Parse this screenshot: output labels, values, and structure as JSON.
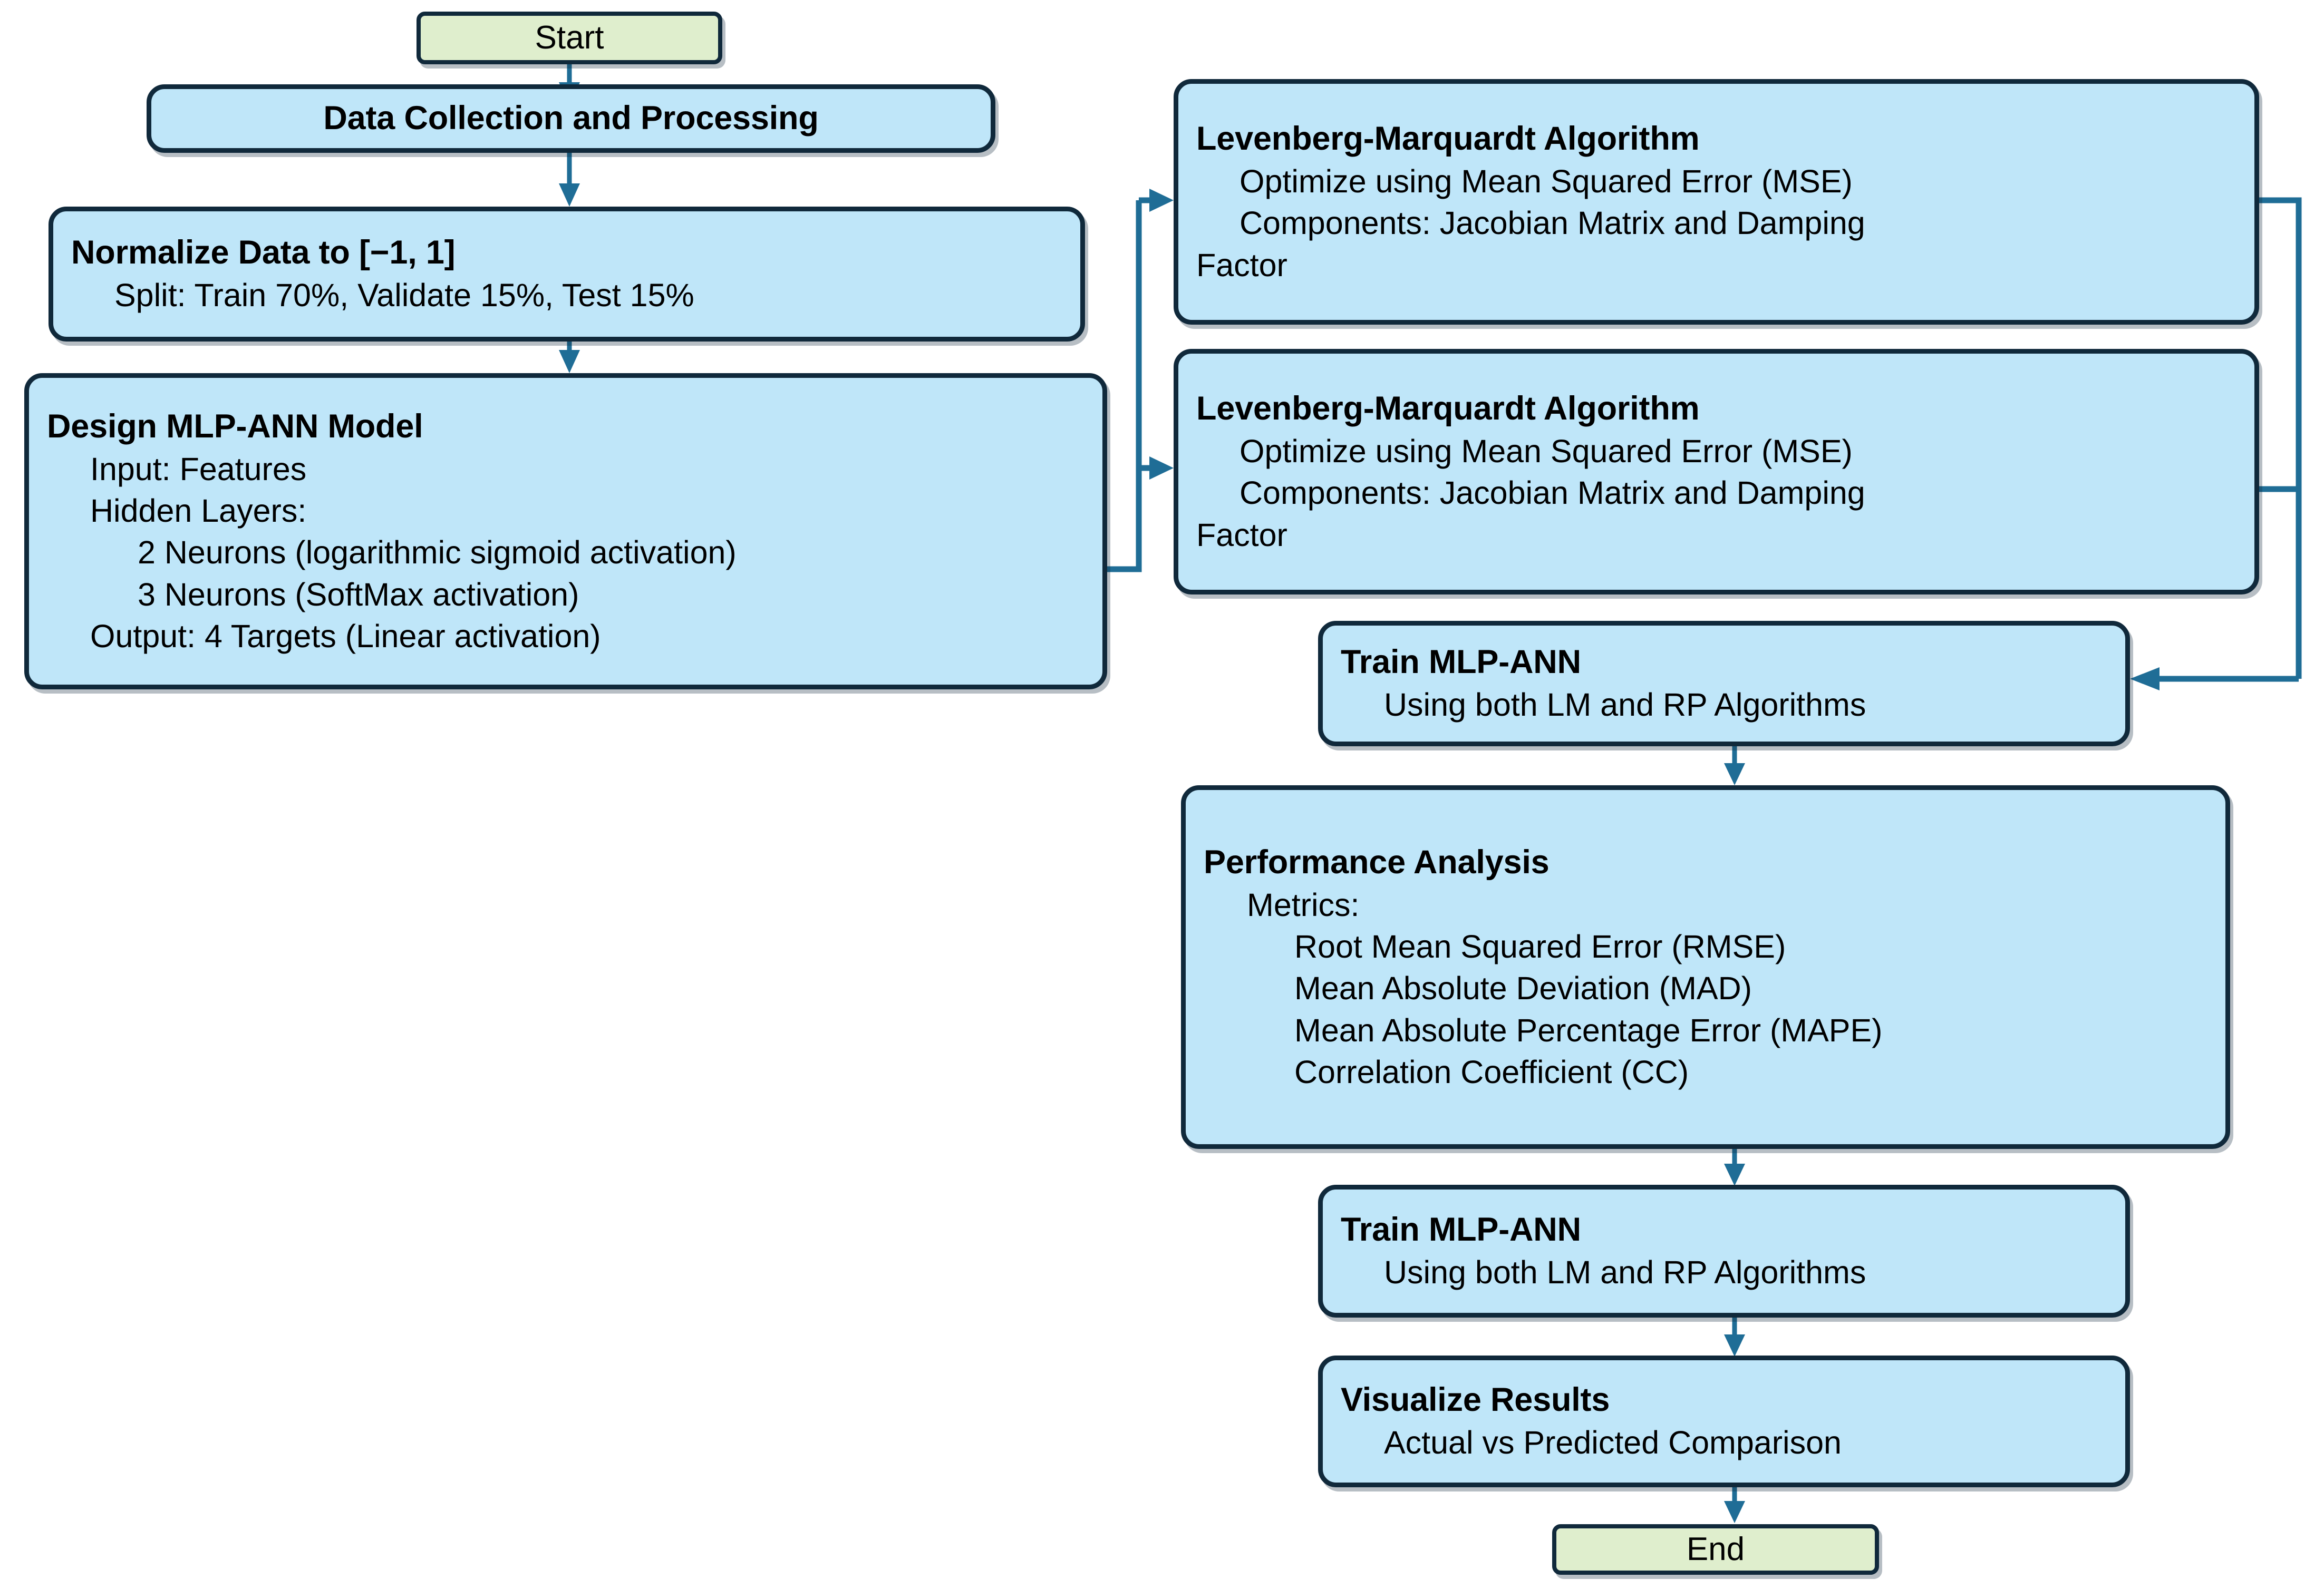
{
  "diagram": {
    "title_semantic": "mlp-ann-modeling-workflow-flowchart",
    "palette": {
      "process_fill": "#bfe6f9",
      "terminator_fill": "#dfeecd",
      "node_border": "#10293b",
      "connector": "#1f6d96",
      "text": "#000000",
      "background": "#ffffff"
    },
    "nodes": [
      {
        "id": "start",
        "shape": "terminator",
        "lines": [
          {
            "text": "Start",
            "style": "term",
            "indent": 0
          }
        ]
      },
      {
        "id": "data-collection",
        "shape": "process",
        "lines": [
          {
            "text": "Data Collection and Processing",
            "style": "title",
            "indent": 0
          }
        ]
      },
      {
        "id": "normalize-data",
        "shape": "process",
        "lines": [
          {
            "text": "Normalize Data to [−1, 1]",
            "style": "title",
            "indent": 0
          },
          {
            "text": "Split: Train 70%, Validate 15%, Test 15%",
            "style": "body",
            "indent": 1
          }
        ]
      },
      {
        "id": "design-model",
        "shape": "process",
        "lines": [
          {
            "text": "Design MLP-ANN Model",
            "style": "title",
            "indent": 0
          },
          {
            "text": "Input: Features",
            "style": "body",
            "indent": 1
          },
          {
            "text": "Hidden Layers:",
            "style": "body",
            "indent": 1
          },
          {
            "text": "2 Neurons (logarithmic sigmoid activation)",
            "style": "body",
            "indent": 2
          },
          {
            "text": "3 Neurons (SoftMax activation)",
            "style": "body",
            "indent": 2
          },
          {
            "text": "Output: 4 Targets (Linear activation)",
            "style": "body",
            "indent": 1
          }
        ]
      },
      {
        "id": "lm-algorithm-1",
        "shape": "process",
        "lines": [
          {
            "text": "Levenberg-Marquardt Algorithm",
            "style": "title",
            "indent": 0
          },
          {
            "text": "Optimize using Mean Squared Error (MSE)",
            "style": "body",
            "indent": 1
          },
          {
            "text": "Components: Jacobian Matrix and Damping",
            "style": "body",
            "indent": 1
          },
          {
            "text": "Factor",
            "style": "body",
            "indent": 0
          }
        ]
      },
      {
        "id": "lm-algorithm-2",
        "shape": "process",
        "lines": [
          {
            "text": "Levenberg-Marquardt Algorithm",
            "style": "title",
            "indent": 0
          },
          {
            "text": "Optimize using Mean Squared Error (MSE)",
            "style": "body",
            "indent": 1
          },
          {
            "text": "Components: Jacobian Matrix and Damping",
            "style": "body",
            "indent": 1
          },
          {
            "text": "Factor",
            "style": "body",
            "indent": 0
          }
        ]
      },
      {
        "id": "train-mlp-ann-1",
        "shape": "process",
        "lines": [
          {
            "text": "Train MLP-ANN",
            "style": "title",
            "indent": 0
          },
          {
            "text": "Using both LM and RP Algorithms",
            "style": "body",
            "indent": 1
          }
        ]
      },
      {
        "id": "performance-analysis",
        "shape": "process",
        "lines": [
          {
            "text": "Performance Analysis",
            "style": "title",
            "indent": 0
          },
          {
            "text": "Metrics:",
            "style": "body",
            "indent": 1
          },
          {
            "text": "Root Mean Squared Error (RMSE)",
            "style": "body",
            "indent": 2
          },
          {
            "text": "Mean Absolute Deviation (MAD)",
            "style": "body",
            "indent": 2
          },
          {
            "text": "Mean Absolute Percentage Error (MAPE)",
            "style": "body",
            "indent": 2
          },
          {
            "text": "Correlation Coefficient (CC)",
            "style": "body",
            "indent": 2
          }
        ]
      },
      {
        "id": "train-mlp-ann-2",
        "shape": "process",
        "lines": [
          {
            "text": "Train MLP-ANN",
            "style": "title",
            "indent": 0
          },
          {
            "text": "Using both LM and RP Algorithms",
            "style": "body",
            "indent": 1
          }
        ]
      },
      {
        "id": "visualize-results",
        "shape": "process",
        "lines": [
          {
            "text": "Visualize Results",
            "style": "title",
            "indent": 0
          },
          {
            "text": "Actual vs Predicted Comparison",
            "style": "body",
            "indent": 1
          }
        ]
      },
      {
        "id": "end",
        "shape": "terminator",
        "lines": [
          {
            "text": "End",
            "style": "term",
            "indent": 0
          }
        ]
      }
    ]
  },
  "nodes": {
    "start": {
      "label": "Start"
    },
    "data_collection": {
      "title": "Data Collection and Processing"
    },
    "normalize": {
      "title": "Normalize Data to [−1, 1]",
      "line1": "Split: Train 70%, Validate 15%, Test 15%"
    },
    "design_model": {
      "title": "Design MLP-ANN Model",
      "line1": "Input: Features",
      "line2": "Hidden Layers:",
      "line3": "2 Neurons (logarithmic sigmoid activation)",
      "line4": "3 Neurons (SoftMax activation)",
      "line5": "Output: 4 Targets (Linear activation)"
    },
    "lm1": {
      "title": "Levenberg-Marquardt Algorithm",
      "line1": "Optimize using Mean Squared Error (MSE)",
      "line2": "Components: Jacobian Matrix and Damping",
      "line3": "Factor"
    },
    "lm2": {
      "title": "Levenberg-Marquardt Algorithm",
      "line1": "Optimize using Mean Squared Error (MSE)",
      "line2": "Components: Jacobian Matrix and Damping",
      "line3": "Factor"
    },
    "train1": {
      "title": "Train MLP-ANN",
      "line1": "Using both LM and RP Algorithms"
    },
    "performance": {
      "title": "Performance Analysis",
      "line1": "Metrics:",
      "line2": "Root Mean Squared Error (RMSE)",
      "line3": "Mean Absolute Deviation (MAD)",
      "line4": "Mean Absolute Percentage Error (MAPE)",
      "line5": "Correlation Coefficient (CC)"
    },
    "train2": {
      "title": "Train MLP-ANN",
      "line1": "Using both LM and RP Algorithms"
    },
    "visualize": {
      "title": "Visualize Results",
      "line1": "Actual vs Predicted Comparison"
    },
    "end": {
      "label": "End"
    }
  },
  "edges": [
    {
      "id": "start-to-data-collection",
      "from": "start",
      "to": "data_collection",
      "kind": "vertical-arrow"
    },
    {
      "id": "data-collection-to-normalize",
      "from": "data_collection",
      "to": "normalize",
      "kind": "vertical-arrow"
    },
    {
      "id": "normalize-to-design-model",
      "from": "normalize",
      "to": "design_model",
      "kind": "vertical-arrow"
    },
    {
      "id": "design-model-to-lm1",
      "from": "design_model",
      "to": "lm1",
      "kind": "elbow-right-up-arrow"
    },
    {
      "id": "design-model-to-lm2",
      "from": "design_model",
      "to": "lm2",
      "kind": "elbow-right-arrow"
    },
    {
      "id": "lm1-to-train1",
      "from": "lm1",
      "to": "train1",
      "kind": "elbow-right-down-left-arrow"
    },
    {
      "id": "lm2-to-train1",
      "from": "lm2",
      "to": "train1",
      "kind": "elbow-right-down-left-arrow"
    },
    {
      "id": "train1-to-performance",
      "from": "train1",
      "to": "performance",
      "kind": "vertical-arrow"
    },
    {
      "id": "performance-to-train2",
      "from": "performance",
      "to": "train2",
      "kind": "vertical-arrow"
    },
    {
      "id": "train2-to-visualize",
      "from": "train2",
      "to": "visualize",
      "kind": "vertical-arrow"
    },
    {
      "id": "visualize-to-end",
      "from": "visualize",
      "to": "end",
      "kind": "vertical-arrow"
    }
  ]
}
